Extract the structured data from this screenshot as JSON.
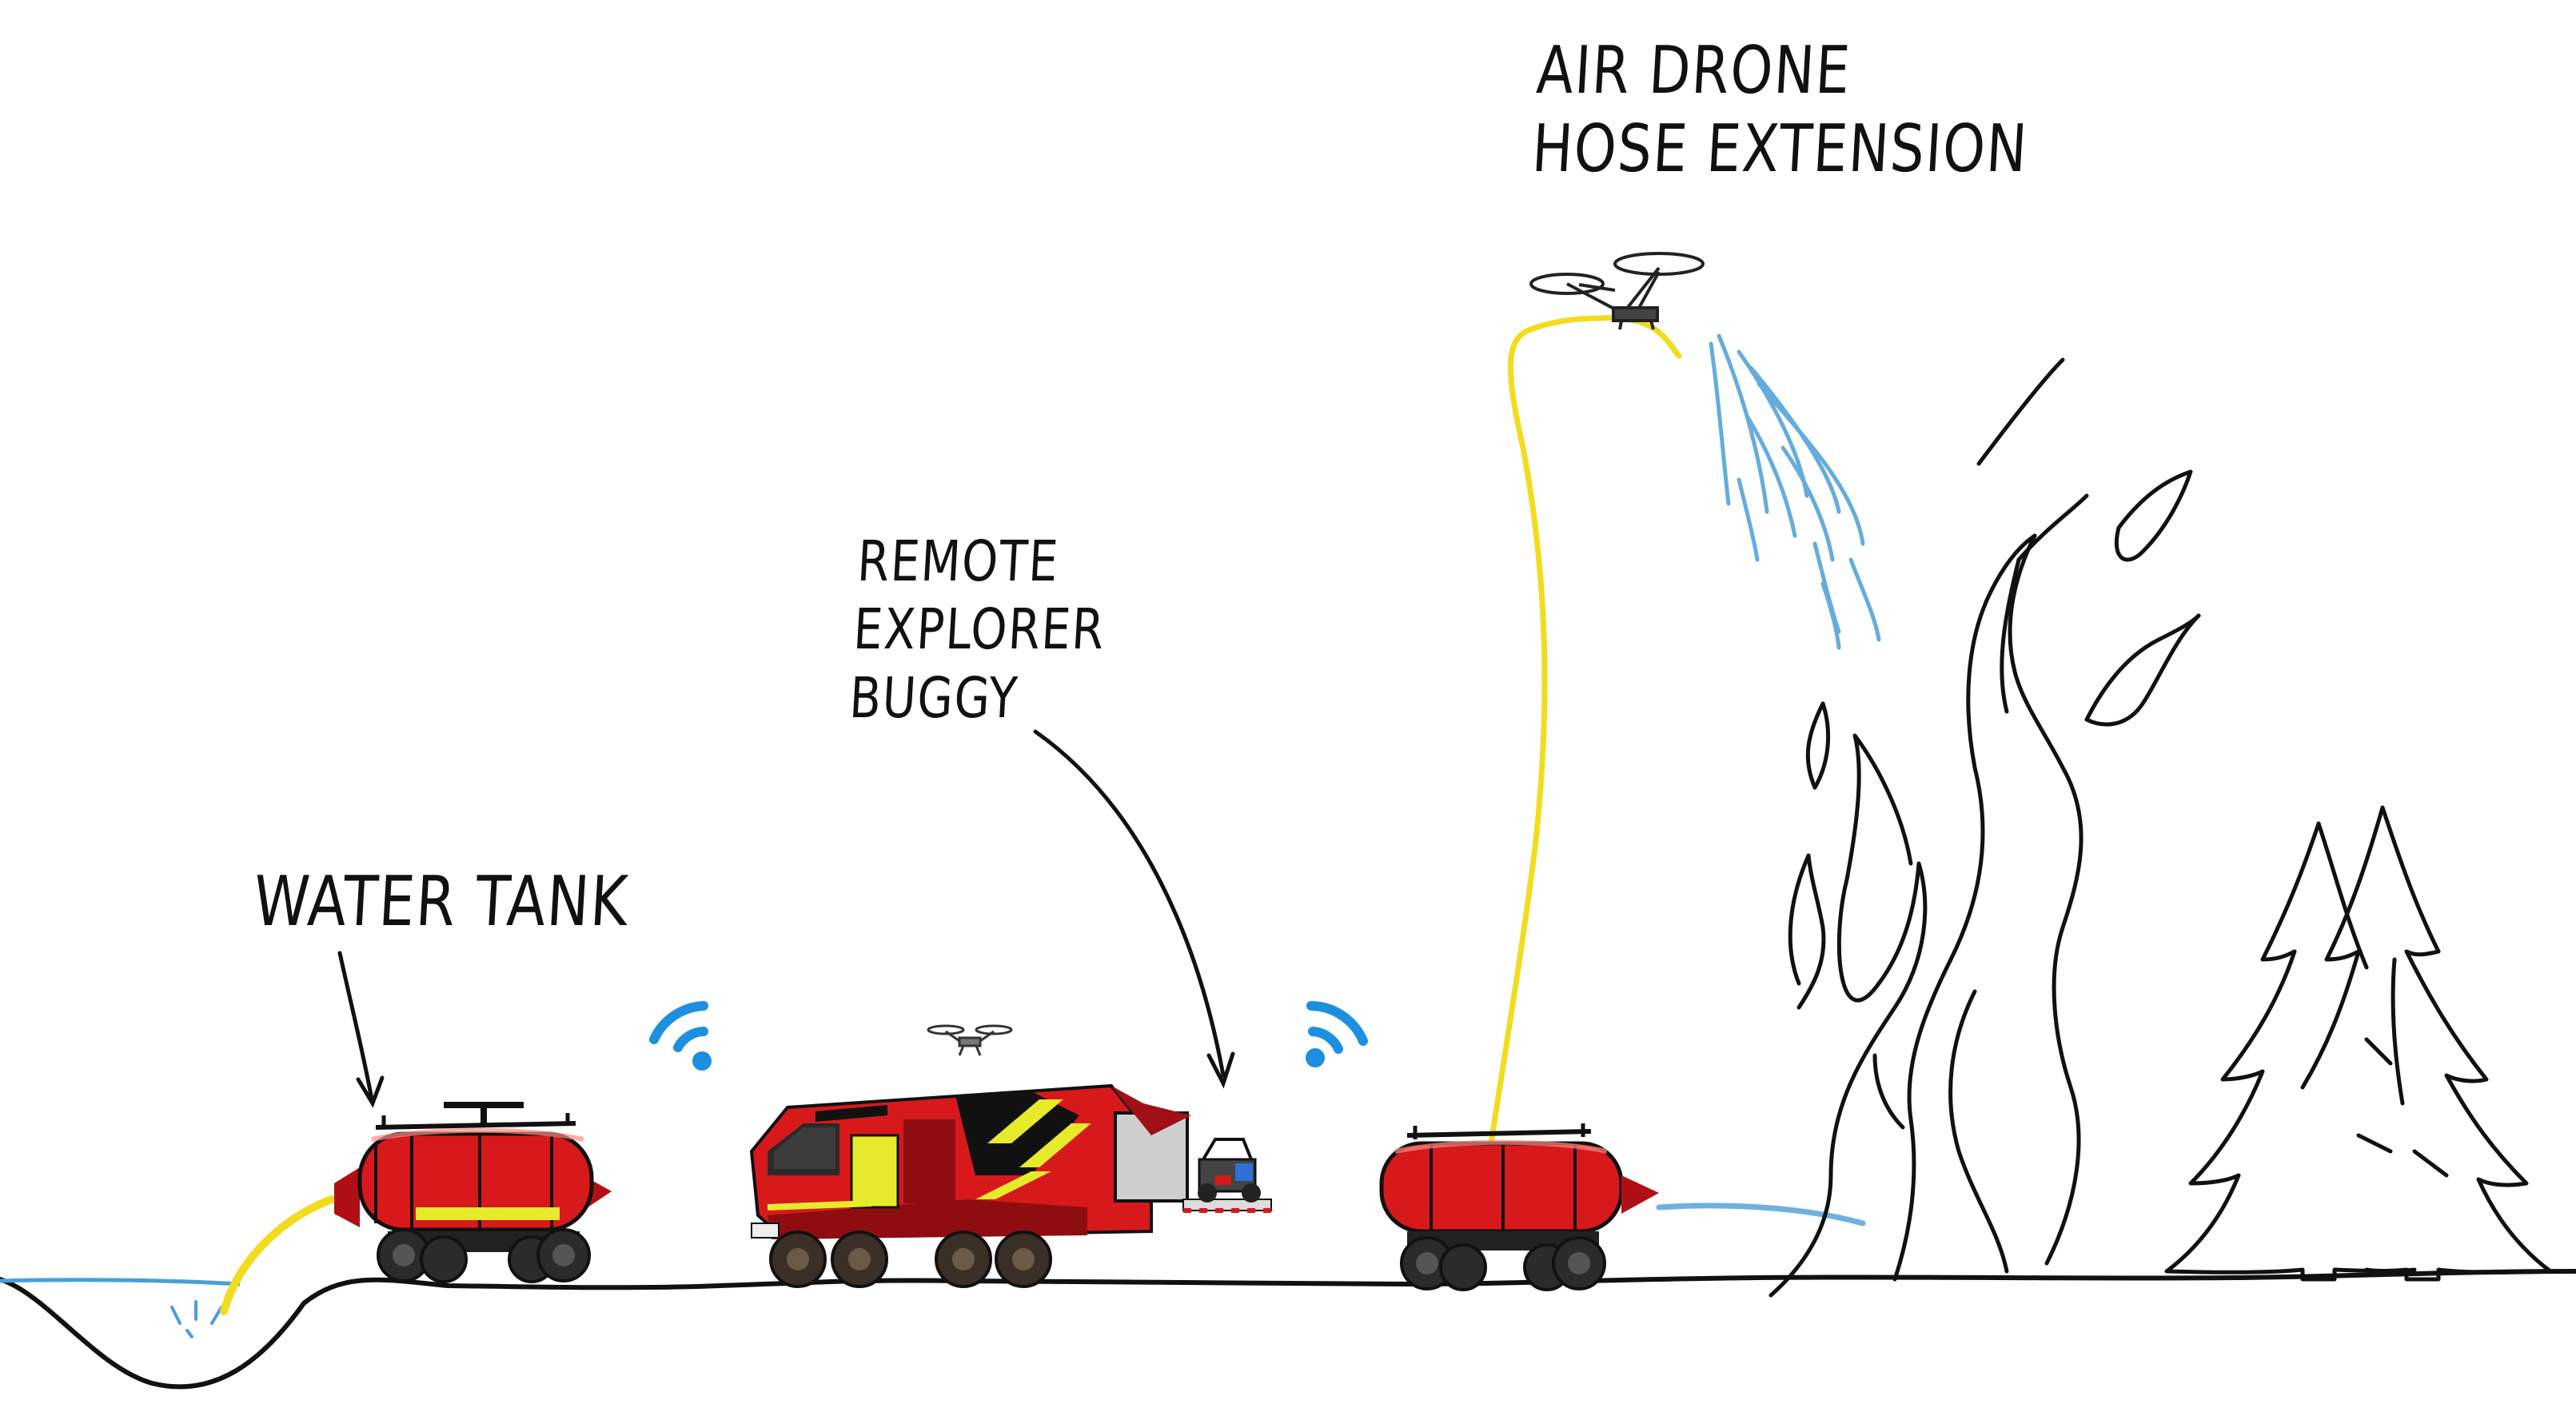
{
  "labels": {
    "water_tank": "WATER TANK",
    "remote_buggy": [
      "REMOTE",
      "EXPLORER",
      "BUGGY"
    ],
    "air_drone": [
      "AIR DRONE",
      "HOSE EXTENSION"
    ]
  },
  "colors": {
    "ink": "#111111",
    "vehicle_red": "#d7191c",
    "vehicle_dark_red": "#8e0d10",
    "hose_yellow": "#f2dc1e",
    "accent_yellow": "#e6ea2b",
    "water_blue": "#4a9ed8",
    "signal_blue": "#1d8fe0",
    "tire_dark": "#2b2b2b"
  },
  "icons": [
    "wifi-signal-icon",
    "wifi-signal-icon",
    "drone-icon",
    "drone-icon",
    "fire-icon",
    "pine-tree-icon",
    "pine-tree-icon"
  ]
}
